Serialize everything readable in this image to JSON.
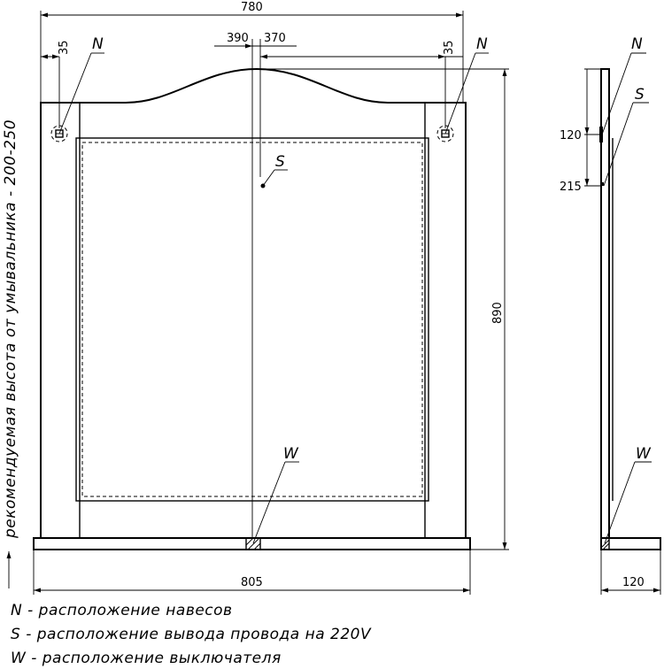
{
  "dimensions": {
    "overall_width": "780",
    "left_offset": "390",
    "right_offset": "370",
    "hanger_left": "35",
    "hanger_right": "35",
    "height": "890",
    "base_width": "805",
    "side_120_top": "120",
    "side_215": "215",
    "side_depth": "120"
  },
  "markers": {
    "n": "N",
    "s": "S",
    "w": "W"
  },
  "vertical_note": "рекомендуемая высота от умывальника - 200-250",
  "legend": [
    {
      "key": "N",
      "text": "N - расположение навесов"
    },
    {
      "key": "S",
      "text": "S - расположение вывода провода на 220V"
    },
    {
      "key": "W",
      "text": "W - расположение выключателя"
    }
  ]
}
